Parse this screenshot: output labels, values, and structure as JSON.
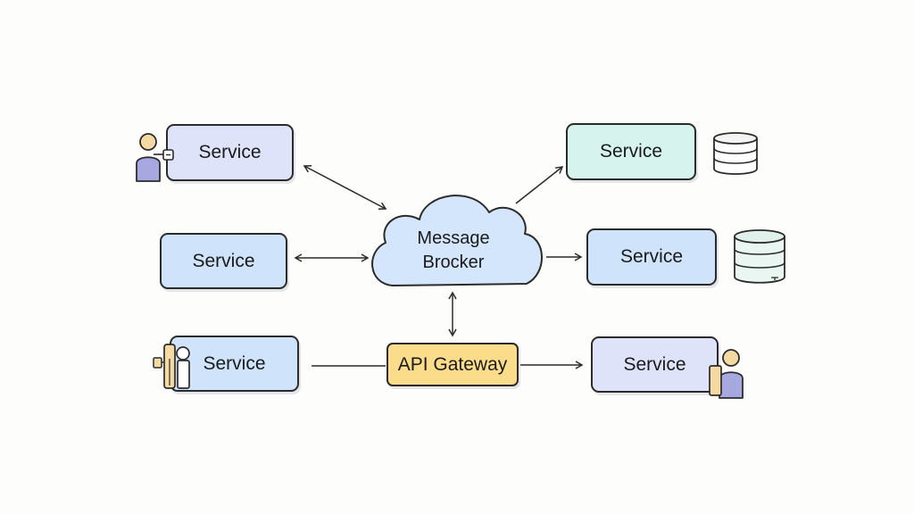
{
  "diagram": {
    "broker": {
      "line1": "Message",
      "line2": "Brocker"
    },
    "gateway": {
      "label": "API Gateway"
    },
    "services": {
      "top_left": "Service",
      "mid_left": "Service",
      "bottom_left": "Service",
      "top_right": "Service",
      "mid_right": "Service",
      "bottom_right": "Service"
    },
    "colors": {
      "lavender": "#dfe3fa",
      "blue": "#cfe3fb",
      "mint": "#d6f3ee",
      "gateway_yellow": "#fbdc8a",
      "cloud": "#d4e6fb",
      "stroke": "#2b2b2b"
    },
    "icons": [
      "user-with-device-icon",
      "user-with-phone-icon",
      "user-with-tablet-icon",
      "database-icon",
      "database-icon"
    ]
  }
}
